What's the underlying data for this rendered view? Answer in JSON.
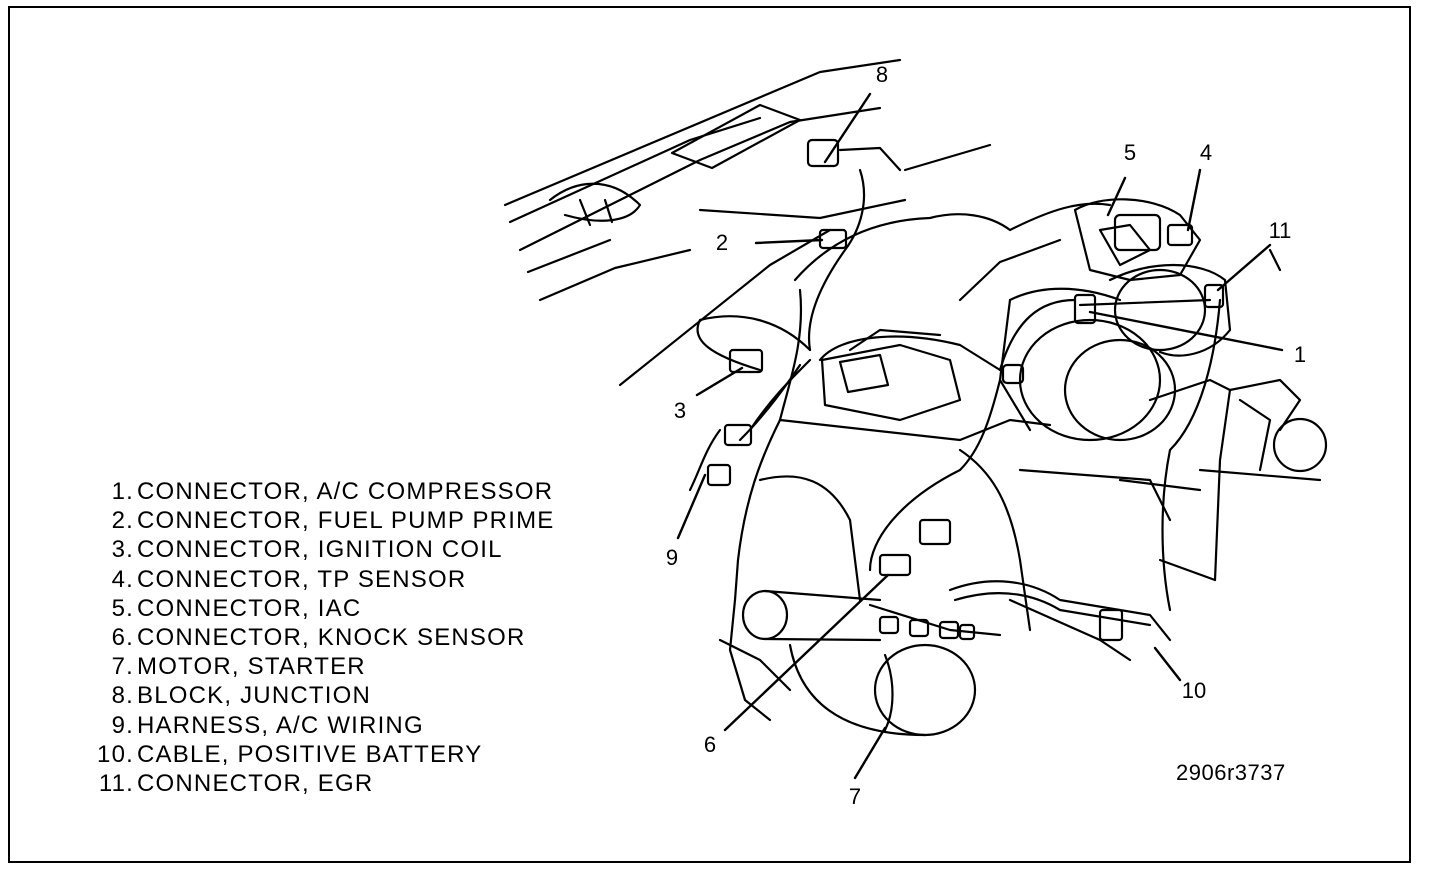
{
  "legend": {
    "items": [
      {
        "num": "1.",
        "text": "CONNECTOR, A/C COMPRESSOR"
      },
      {
        "num": "2.",
        "text": "CONNECTOR, FUEL PUMP PRIME"
      },
      {
        "num": "3.",
        "text": "CONNECTOR, IGNITION COIL"
      },
      {
        "num": "4.",
        "text": "CONNECTOR, TP SENSOR"
      },
      {
        "num": "5.",
        "text": "CONNECTOR, IAC"
      },
      {
        "num": "6.",
        "text": "CONNECTOR, KNOCK SENSOR"
      },
      {
        "num": "7.",
        "text": "MOTOR, STARTER"
      },
      {
        "num": "8.",
        "text": "BLOCK, JUNCTION"
      },
      {
        "num": "9.",
        "text": "HARNESS, A/C WIRING"
      },
      {
        "num": "10.",
        "text": "CABLE, POSITIVE BATTERY"
      },
      {
        "num": "11.",
        "text": "CONNECTOR, EGR"
      }
    ]
  },
  "callouts": {
    "c1": "1",
    "c2": "2",
    "c3": "3",
    "c4": "4",
    "c5": "5",
    "c6": "6",
    "c7": "7",
    "c8": "8",
    "c9": "9",
    "c10": "10",
    "c11": "11"
  },
  "figure_id": "2906r3737"
}
